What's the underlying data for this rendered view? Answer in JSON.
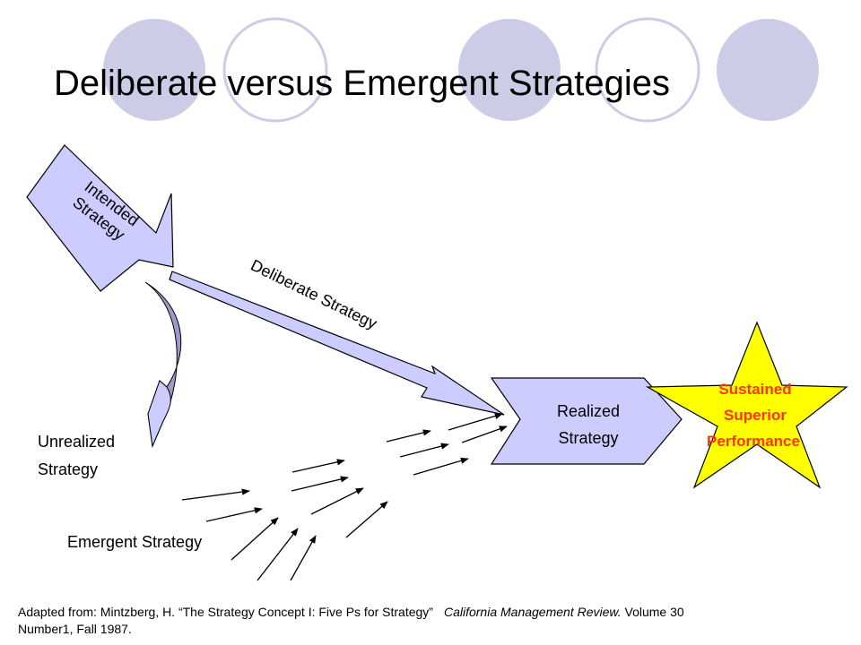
{
  "title": "Deliberate versus Emergent Strategies",
  "labels": {
    "intended_line1": "Intended",
    "intended_line2": "Strategy",
    "deliberate": "Deliberate Strategy",
    "realized_line1": "Realized",
    "realized_line2": "Strategy",
    "sustained_line1": "Sustained",
    "sustained_line2": "Superior",
    "sustained_line3": "Performance",
    "unrealized_line1": "Unrealized",
    "unrealized_line2": "Strategy",
    "emergent": "Emergent Strategy"
  },
  "source": {
    "line1_prefix": "Adapted from:  Mintzberg, H.  “The Strategy Concept I:  Five Ps for Strategy”",
    "line1_italic": "California Management Review.",
    "line1_suffix": " Volume 30",
    "line2": "Number1, Fall 1987."
  },
  "colors": {
    "circle_fill": "#cccce6",
    "arrow_fill": "#ccccff",
    "curved_arrow_dark": "#9999cc",
    "star_fill": "#ffff00",
    "star_text": "#ff3300"
  }
}
